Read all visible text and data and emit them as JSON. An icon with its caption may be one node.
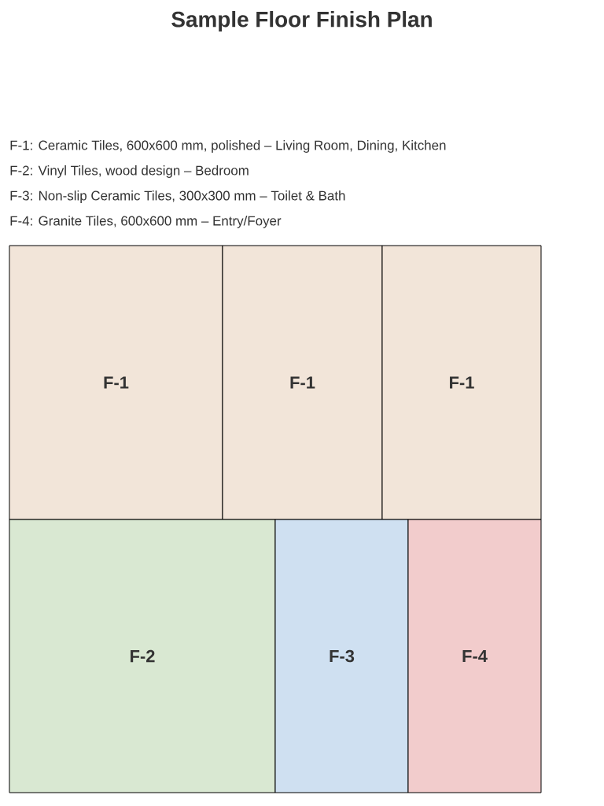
{
  "diagram": {
    "title": "Sample Floor Finish Plan",
    "nodes": [
      {
        "text": [
          "F-1"
        ]
      },
      {
        "text": [
          "F-1"
        ]
      },
      {
        "text": [
          "F-1"
        ]
      },
      {
        "text": [
          "F-2"
        ]
      },
      {
        "text": [
          "F-3"
        ]
      },
      {
        "text": [
          "F-4"
        ]
      }
    ],
    "labels": [
      "F-1: Ceramic Tiles, 600x600 mm, polished – Living Room, Dining, Kitchen",
      "F-2: Vinyl Tiles, wood design – Bedroom",
      "F-3: Non-slip Ceramic Tiles, 300x300 mm – Toilet & Bath",
      "F-4: Granite Tiles, 600x600 mm – Entry/Foyer"
    ]
  }
}
